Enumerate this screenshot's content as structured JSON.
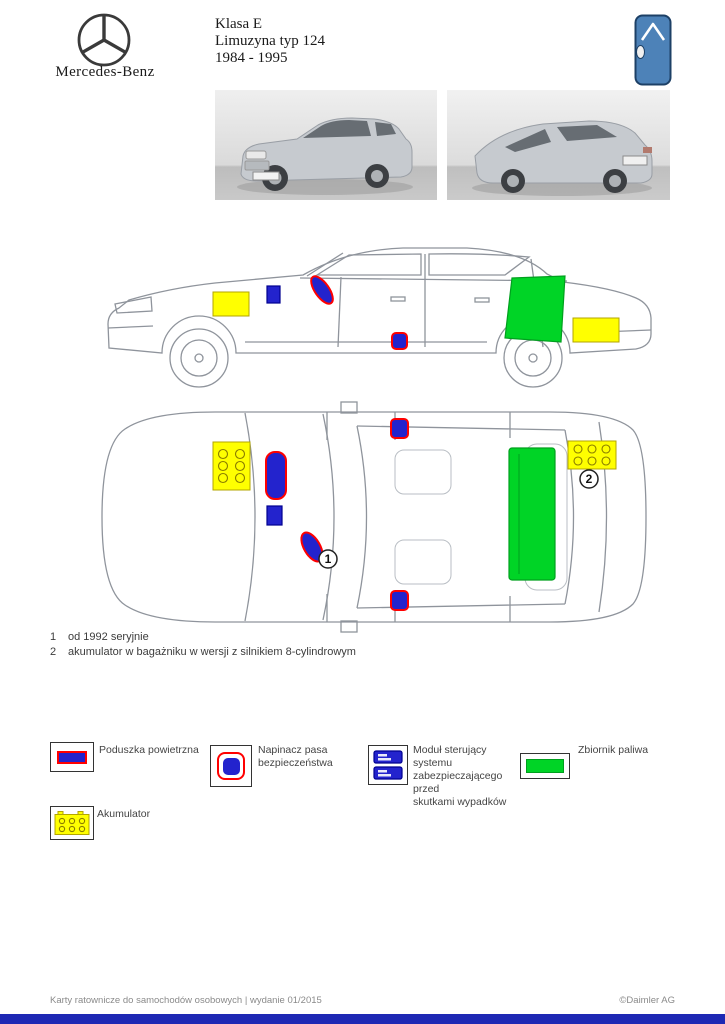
{
  "header": {
    "brand": "Mercedes-Benz",
    "title_lines": [
      "Klasa E",
      "Limuzyna typ 124",
      "1984 - 1995"
    ]
  },
  "diagram": {
    "callout_1": "1",
    "callout_2": "2"
  },
  "notes": [
    {
      "num": "1",
      "text": "od 1992 seryjnie"
    },
    {
      "num": "2",
      "text": "akumulator w bagażniku w wersji z silnikiem 8-cylindrowym"
    }
  ],
  "legend": {
    "airbag_label": "Poduszka powietrzna",
    "tensioner_label_1": "Napinacz pasa",
    "tensioner_label_2": "bezpieczeństwa",
    "module_label_1": "Moduł sterujący systemu",
    "module_label_2": "zabezpieczającego przed",
    "module_label_3": "skutkami wypadków",
    "fuel_label": "Zbiornik paliwa",
    "battery_label": "Akumulator"
  },
  "footer": {
    "left": "Karty ratownicze do samochodów osobowych | wydanie 01/2015",
    "right": "©Daimler AG"
  },
  "colors": {
    "marker-blue": "#2323cd",
    "marker-blue-dark": "#000090",
    "marker-red": "#ff0000",
    "marker-yellow": "#ffff00",
    "marker-yellow-dark": "#b3a600",
    "marker-green": "#00d426",
    "marker-green-dark": "#00a01e",
    "footer-bar": "#1e28b4",
    "rescue-icon-blue": "#4d82b8"
  }
}
